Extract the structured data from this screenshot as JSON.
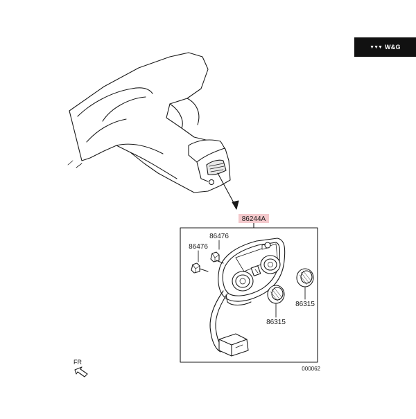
{
  "brand": {
    "logo_text": "W&G",
    "logo_mark": "▼▼▼"
  },
  "diagram": {
    "assembly_part": "86244A",
    "parts": {
      "bulb_upper": "86476",
      "bulb_lower": "86476",
      "knob_right": "86315",
      "knob_lower": "86315"
    },
    "direction_label": "FR",
    "figure_code": "000062"
  },
  "colors": {
    "line": "#1a1a1a",
    "highlight": "#f4c9cc",
    "badge_bg": "#111111"
  }
}
